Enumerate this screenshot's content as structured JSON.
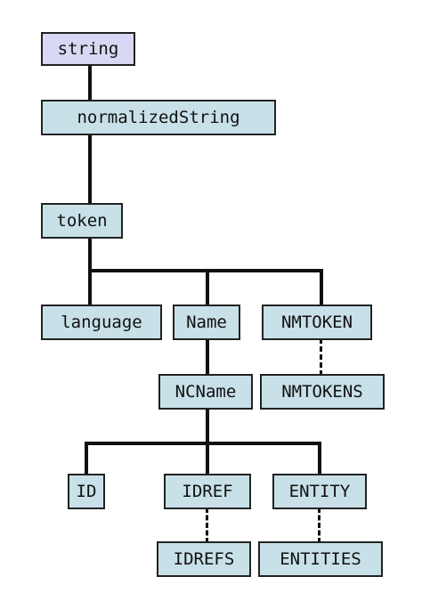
{
  "diagram": {
    "nodes": {
      "string": "string",
      "normalizedString": "normalizedString",
      "token": "token",
      "language": "language",
      "name": "Name",
      "nmtoken": "NMTOKEN",
      "ncname": "NCName",
      "nmtokens": "NMTOKENS",
      "id": "ID",
      "idref": "IDREF",
      "entity": "ENTITY",
      "idrefs": "IDREFS",
      "entities": "ENTITIES"
    },
    "colors": {
      "root_fill": "#d8d8f4",
      "node_fill": "#c8e0e8",
      "border": "#222222",
      "line": "#111111"
    }
  }
}
